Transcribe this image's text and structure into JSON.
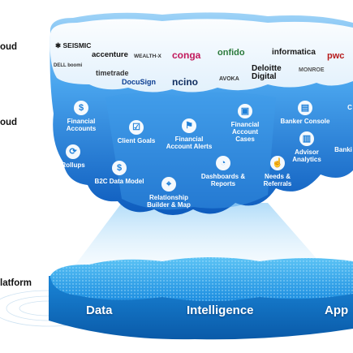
{
  "side_labels": {
    "top": "oud",
    "middle": "oud",
    "bottom": "latform"
  },
  "partners": [
    {
      "name": "seismic",
      "text": "✱ SEISMIC",
      "color": "#1a1a1a"
    },
    {
      "name": "accenture",
      "text": "accenture",
      "color": "#111111"
    },
    {
      "name": "wealthx",
      "text": "WEALTH-X",
      "color": "#333333"
    },
    {
      "name": "conga",
      "text": "conga",
      "color": "#c2185b"
    },
    {
      "name": "onfido",
      "text": "onfido",
      "color": "#2b7a3b"
    },
    {
      "name": "informatica",
      "text": "informatica",
      "color": "#1a1a1a"
    },
    {
      "name": "pwc",
      "text": "pwc",
      "color": "#b71c1c"
    },
    {
      "name": "dell-boomi",
      "text": "DELL boomi",
      "color": "#333333"
    },
    {
      "name": "timetrade",
      "text": "timetrade",
      "color": "#333333"
    },
    {
      "name": "docusign",
      "text": "DocuSign",
      "color": "#0b3d91"
    },
    {
      "name": "ncino",
      "text": "ncino",
      "color": "#0d2b5e"
    },
    {
      "name": "avoka",
      "text": "AVOKA",
      "color": "#333333"
    },
    {
      "name": "deloitte",
      "text": "Deloitte\nDigital",
      "color": "#111111"
    },
    {
      "name": "monroe",
      "text": "MONROE",
      "color": "#555555"
    }
  ],
  "tiles": [
    {
      "name": "financial-accounts",
      "label": "Financial\nAccounts",
      "icon": "$",
      "icon_name": "money-bag-icon"
    },
    {
      "name": "rollups",
      "label": "Rollups",
      "icon": "⟳",
      "icon_name": "rollup-icon"
    },
    {
      "name": "client-goals",
      "label": "Client Goals",
      "icon": "☑",
      "icon_name": "checklist-icon"
    },
    {
      "name": "financial-account-alerts",
      "label": "Financial\nAccount Alerts",
      "icon": "⚑",
      "icon_name": "alert-icon"
    },
    {
      "name": "financial-account-cases",
      "label": "Financial\nAccount\nCases",
      "icon": "▣",
      "icon_name": "case-icon"
    },
    {
      "name": "banker-console",
      "label": "Banker Console",
      "icon": "▤",
      "icon_name": "console-icon"
    },
    {
      "name": "advisor-analytics",
      "label": "Advisor\nAnalytics",
      "icon": "▥",
      "icon_name": "analytics-icon"
    },
    {
      "name": "b2c-data-model",
      "label": "B2C Data Model",
      "icon": "$",
      "icon_name": "person-money-icon"
    },
    {
      "name": "dashboards-reports",
      "label": "Dashboards &\nReports",
      "icon": "◔",
      "icon_name": "dashboard-icon"
    },
    {
      "name": "needs-referrals",
      "label": "Needs &\nReferrals",
      "icon": "☝",
      "icon_name": "referral-icon"
    },
    {
      "name": "relationship-builder-map",
      "label": "Relationship\nBuilder & Map",
      "icon": "⌖",
      "icon_name": "map-icon"
    },
    {
      "name": "banki-cut",
      "label": "Banki",
      "icon": "",
      "icon_name": ""
    },
    {
      "name": "c-cut",
      "label": "C",
      "icon": "",
      "icon_name": ""
    }
  ],
  "base": {
    "words": [
      "Data",
      "Intelligence",
      "App"
    ]
  },
  "colors": {
    "cloud_top": "#4fa8f0",
    "cloud_bottom": "#0f5fbf",
    "base_top": "#3fb4f2",
    "base_side": "#0e6fc4",
    "beam": "#bfe3fb"
  }
}
